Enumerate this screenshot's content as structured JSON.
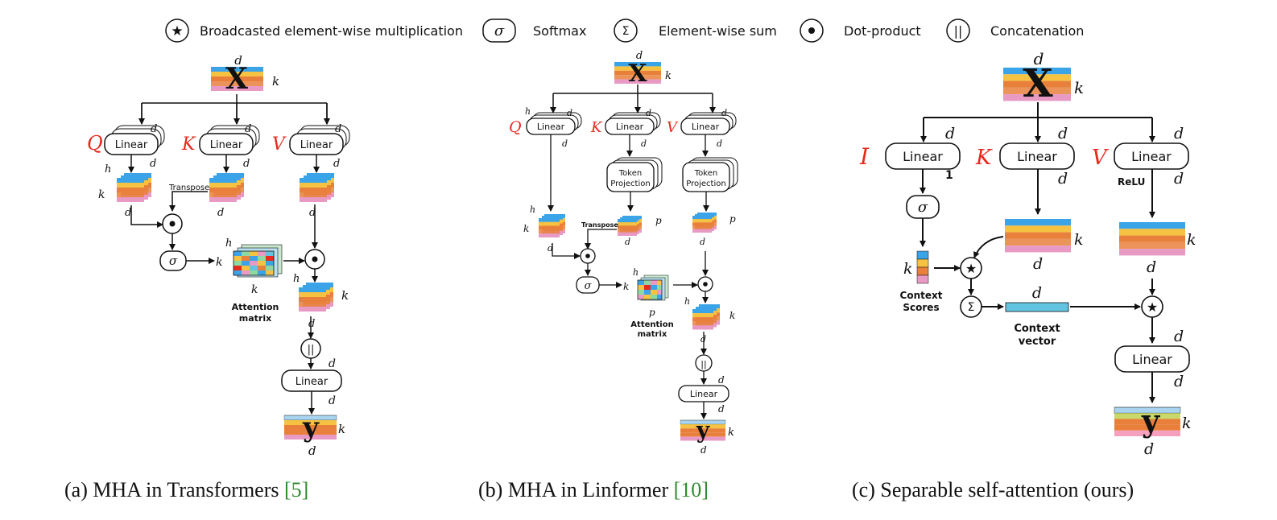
{
  "legend": {
    "star_label": "Broadcasted element-wise multiplication",
    "sigma_symbol": "σ",
    "softmax_label": "Softmax",
    "sum_symbol": "Σ",
    "sum_label": "Element-wise sum",
    "dot_label": "Dot-product",
    "concat_symbol": "||",
    "concat_label": "Concatenation"
  },
  "symbols": {
    "X": "X",
    "y": "y",
    "d": "d",
    "k": "k",
    "h": "h",
    "dh": "d",
    "dh_sub": "h",
    "p": "p",
    "one": "1",
    "Q": "Q",
    "K": "K",
    "V": "V",
    "I": "I",
    "star": "★",
    "sigma": "σ",
    "sum": "Σ",
    "concat": "||"
  },
  "labels": {
    "linear": "Linear",
    "transpose": "Transpose",
    "attention": "Attention",
    "matrix": "matrix",
    "token": "Token",
    "projection": "Projection",
    "relu": "ReLU",
    "context": "Context",
    "scores": "Scores",
    "vector": "vector"
  },
  "captions": {
    "a_text": "(a) MHA in Transformers ",
    "a_cite": "[5]",
    "b_text": "(b) MHA in Linformer ",
    "b_cite": "[10]",
    "c_text": "(c) Separable self-attention (ours)"
  },
  "colors": {
    "blue": "#3ba4e8",
    "yellow": "#f5c242",
    "orange": "#e8803b",
    "pink": "#e89ac4",
    "red": "#e8291c",
    "green": "#2e8b2e",
    "cyan": "#62c4e0"
  }
}
